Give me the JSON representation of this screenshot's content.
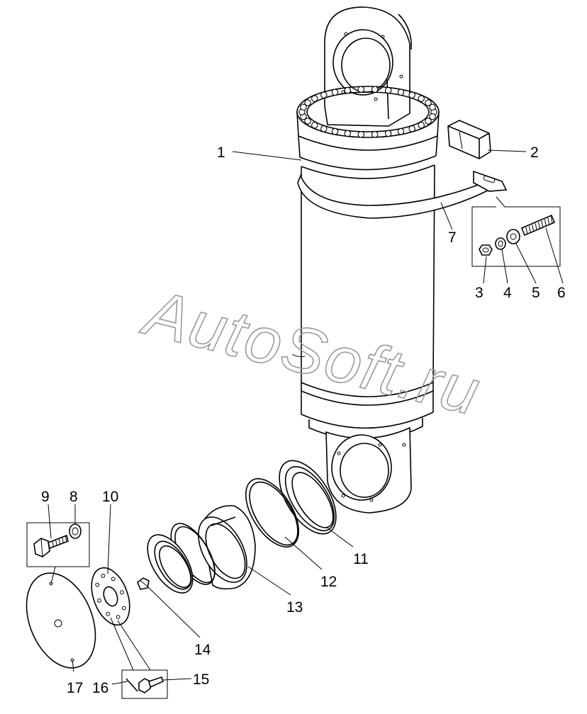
{
  "watermark": "AutoSoft.ru",
  "callouts": [
    {
      "id": "1",
      "label": "1"
    },
    {
      "id": "2",
      "label": "2"
    },
    {
      "id": "3",
      "label": "3"
    },
    {
      "id": "4",
      "label": "4"
    },
    {
      "id": "5",
      "label": "5"
    },
    {
      "id": "6",
      "label": "6"
    },
    {
      "id": "7",
      "label": "7"
    },
    {
      "id": "8",
      "label": "8"
    },
    {
      "id": "9",
      "label": "9"
    },
    {
      "id": "10",
      "label": "10"
    },
    {
      "id": "11",
      "label": "11"
    },
    {
      "id": "12",
      "label": "12"
    },
    {
      "id": "13",
      "label": "13"
    },
    {
      "id": "14",
      "label": "14"
    },
    {
      "id": "15",
      "label": "15"
    },
    {
      "id": "16",
      "label": "16"
    },
    {
      "id": "17",
      "label": "17"
    }
  ]
}
